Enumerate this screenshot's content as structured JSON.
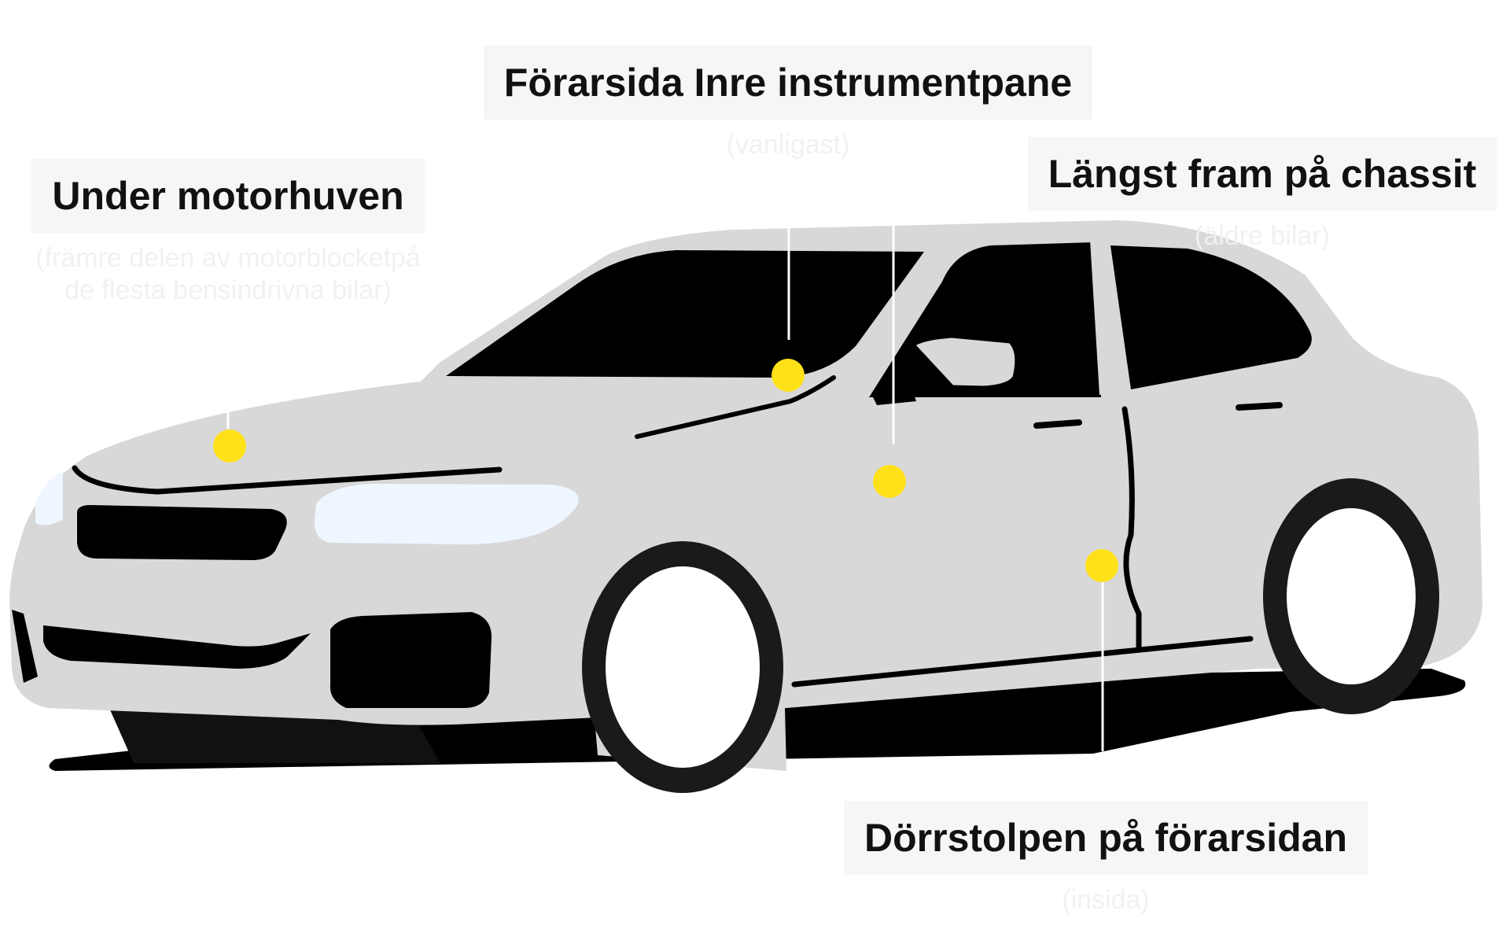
{
  "callouts": {
    "hood": {
      "title": "Under motorhuven",
      "note_line1": "(främre delen av motorblocketpå",
      "note_line2": "de flesta bensindrivna bilar)"
    },
    "dash": {
      "title": "Förarsida Inre instrumentpane",
      "note": "(vanligast)"
    },
    "chassis": {
      "title": "Längst fram på chassit",
      "note": "(äldre bilar)"
    },
    "pillar": {
      "title": "Dörrstolpen på förarsidan",
      "note": "(insida)"
    }
  },
  "colors": {
    "marker": "#ffe11a",
    "body": "#d8d8d8",
    "glass": "#000000",
    "headlight": "#eef6ff"
  }
}
